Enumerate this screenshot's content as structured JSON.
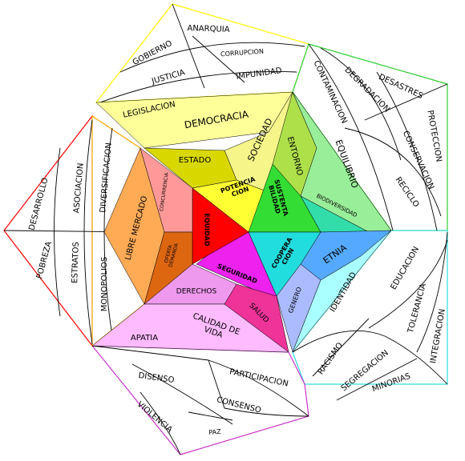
{
  "colors": {
    "democracia": "#ffff99",
    "sociedad": "#f5f58a",
    "estado": "#d8d800",
    "potencia": "#ffff33",
    "entorno": "#aee04a",
    "equilibrio": "#99ee99",
    "sustentabilidad": "#33dd33",
    "biodiversidad": "#33ddaa",
    "cooperacion": "#22dddd",
    "etnia": "#55aaff",
    "genero": "#aabbff",
    "identidad": "#aaffff",
    "seguridad": "#ee22ee",
    "derechos": "#ee99ee",
    "salud": "#ee3399",
    "calidad": "#ffbbff",
    "equidad": "#ff0000",
    "libre": "#ffaa55",
    "concurrencia": "#ff9999",
    "oferta": "#dd6611",
    "frame_yellow": "#ffff00",
    "frame_green": "#33cc33",
    "frame_cyan": "#33dddd",
    "frame_magenta": "#cc33cc",
    "frame_red": "#ff0000",
    "frame_orange": "#ffaa00"
  },
  "inner": {
    "democracia": "DEMOCRACIA",
    "sociedad": "SOCIEDAD",
    "estado": "ESTADO",
    "potencia": "POTENCIA\nCION",
    "entorno": "ENTORNO",
    "equilibrio": "EQUILIBRIO",
    "sustentabilidad": "SUSTENTA\nBILIDAD",
    "biodiversidad": "BIODIVERSIDAD",
    "cooperacion": "COOPERA\nCION",
    "etnia": "ETNIA",
    "genero": "GENERO",
    "identidad": "IDENTIDAD",
    "seguridad": "SEGURIDAD",
    "derechos": "DERECHOS",
    "salud": "SALUD",
    "calidad": "CALIDAD DE\nVIDA",
    "equidad": "EQUIDAD",
    "libre": "LIBRE MERCADO",
    "concurrencia": "CONCURRENCIA",
    "oferta": "OFERTA\nDEMANDA"
  },
  "outer": {
    "anarquia": "ANARQUIA",
    "gobierno": "GOBIERNO",
    "corrupcion": "CORRUPCION",
    "justicia": "JUSTICIA",
    "impunidad": "IMPUNIDAD",
    "legislacion": "LEGISLACION",
    "desastres": "DESASTRES",
    "degradacion": "DEGRADACION",
    "contaminacion": "CONTAMINACION",
    "proteccion": "PROTECCION",
    "conservacion": "CONSERVACION",
    "reciclo": "RECICLO",
    "educacion": "EDUCACION",
    "tolerancia": "TOLERANCIA",
    "integracion": "INTEGRACION",
    "racismo": "RACISMO",
    "segregacion": "SEGREGACION",
    "minorias": "MINORIAS",
    "apatia": "APATIA",
    "participacion": "PARTICIPACION",
    "disenso": "DISENSO",
    "consenso": "CONSENSO",
    "violencia": "VIOLENCIA",
    "paz": "PAZ",
    "desarrollo": "DESARROLLO",
    "asociacion": "ASOCIACION",
    "diversificacion": "DIVERSIFICACION",
    "pobreza": "POBREZA",
    "estratos": "ESTRATOS",
    "monopolios": "MONOPOLIOS"
  }
}
